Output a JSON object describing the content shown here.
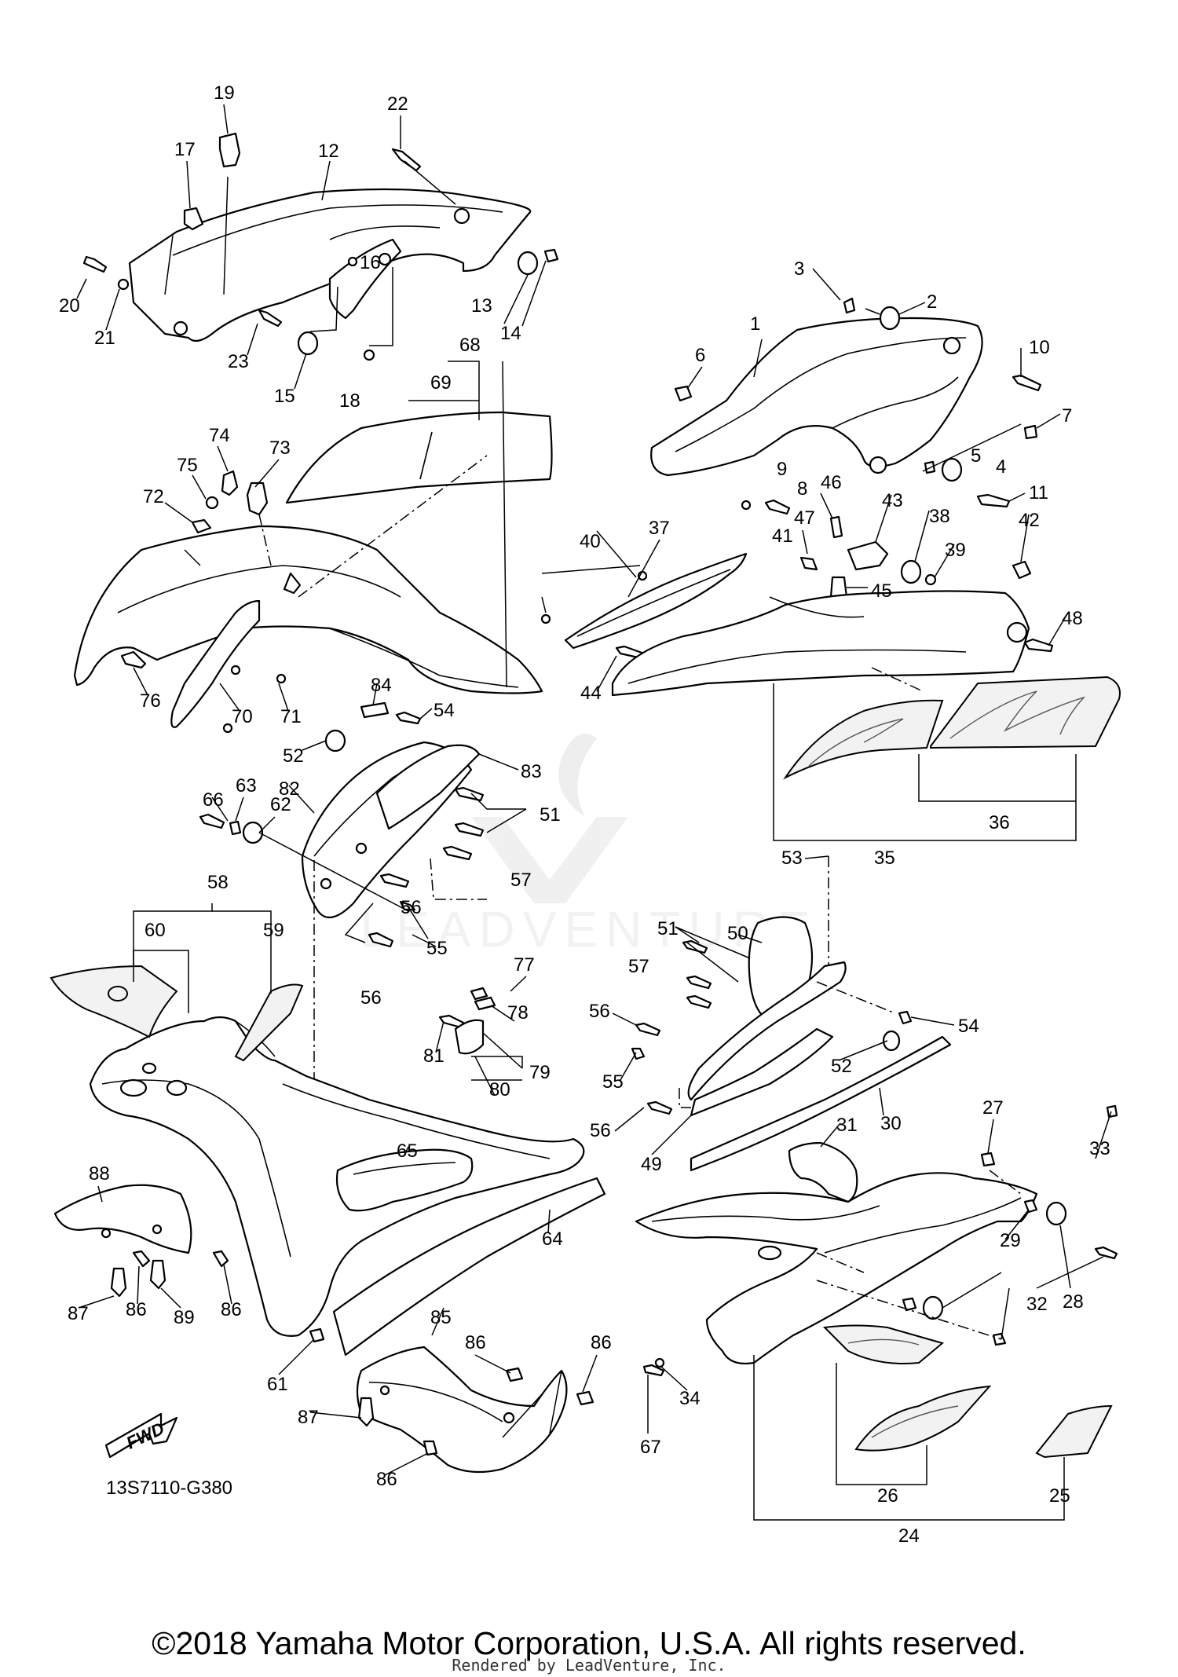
{
  "diagram": {
    "code": "13S7110-G380",
    "fwd_label": "FWD",
    "callouts": [
      "1",
      "2",
      "3",
      "4",
      "5",
      "6",
      "7",
      "8",
      "9",
      "10",
      "11",
      "12",
      "13",
      "14",
      "15",
      "16",
      "17",
      "18",
      "19",
      "20",
      "21",
      "22",
      "23",
      "24",
      "25",
      "26",
      "27",
      "28",
      "29",
      "30",
      "31",
      "32",
      "33",
      "34",
      "35",
      "36",
      "37",
      "38",
      "39",
      "40",
      "41",
      "42",
      "43",
      "44",
      "45",
      "46",
      "47",
      "48",
      "49",
      "50",
      "51",
      "52",
      "53",
      "54",
      "55",
      "56",
      "57",
      "58",
      "59",
      "60",
      "61",
      "62",
      "63",
      "64",
      "65",
      "66",
      "67",
      "68",
      "69",
      "70",
      "71",
      "72",
      "73",
      "74",
      "75",
      "76",
      "77",
      "78",
      "79",
      "80",
      "81",
      "82",
      "83",
      "84",
      "85",
      "86",
      "87",
      "88",
      "89"
    ]
  },
  "copyright": "©2018 Yamaha Motor Corporation, U.S.A. All rights reserved.",
  "rendered_by": "Rendered by LeadVenture, Inc.",
  "watermark": "LEADVENTURE",
  "colors": {
    "line": "#000000",
    "background": "#ffffff",
    "watermark": "#e6e6e6"
  }
}
